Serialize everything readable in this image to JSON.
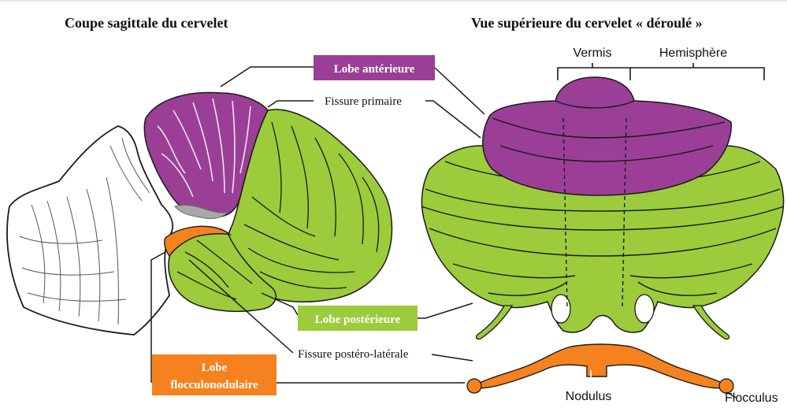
{
  "titles": {
    "left": "Coupe sagittale du cervelet",
    "right": "Vue supérieure du cervelet « déroulé »"
  },
  "labels": {
    "lobe_anterieur": "Lobe antérieure",
    "lobe_posterieur": "Lobe postérieure",
    "lobe_floc_line1": "Lobe",
    "lobe_floc_line2": "flocculonodulaire",
    "fissure_primaire": "Fissure primaire",
    "fissure_postero_laterale": "Fissure postéro-latérale",
    "vermis": "Vermis",
    "hemisphere": "Hemisphère",
    "nodulus": "Nodulus",
    "flocculus": "Flocculus"
  },
  "colors": {
    "anterior": "#9b3f96",
    "posterior": "#9ccc3c",
    "flocculonodular": "#f5821f",
    "outline": "#1a1a1a",
    "gray": "#a8a8a8"
  }
}
